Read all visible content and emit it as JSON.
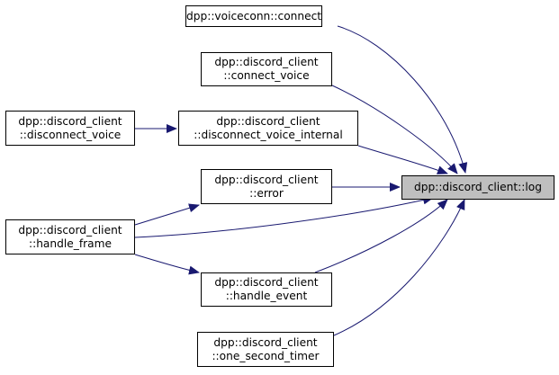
{
  "graph": {
    "focus": {
      "id": "log",
      "lines": [
        "dpp::discord_client::log"
      ]
    },
    "callers": [
      {
        "id": "voiceconn_connect",
        "lines": [
          "dpp::voiceconn::connect"
        ]
      },
      {
        "id": "connect_voice",
        "lines": [
          "dpp::discord_client",
          "::connect_voice"
        ]
      },
      {
        "id": "disconnect_voice",
        "lines": [
          "dpp::discord_client",
          "::disconnect_voice"
        ]
      },
      {
        "id": "disconnect_voice_internal",
        "lines": [
          "dpp::discord_client",
          "::disconnect_voice_internal"
        ]
      },
      {
        "id": "error",
        "lines": [
          "dpp::discord_client",
          "::error"
        ]
      },
      {
        "id": "handle_frame",
        "lines": [
          "dpp::discord_client",
          "::handle_frame"
        ]
      },
      {
        "id": "handle_event",
        "lines": [
          "dpp::discord_client",
          "::handle_event"
        ]
      },
      {
        "id": "one_second_timer",
        "lines": [
          "dpp::discord_client",
          "::one_second_timer"
        ]
      }
    ],
    "edges": [
      {
        "from": "voiceconn_connect",
        "to": "log"
      },
      {
        "from": "connect_voice",
        "to": "log"
      },
      {
        "from": "disconnect_voice",
        "to": "disconnect_voice_internal"
      },
      {
        "from": "disconnect_voice_internal",
        "to": "log"
      },
      {
        "from": "error",
        "to": "log"
      },
      {
        "from": "handle_frame",
        "to": "error"
      },
      {
        "from": "handle_frame",
        "to": "log"
      },
      {
        "from": "handle_frame",
        "to": "handle_event"
      },
      {
        "from": "handle_event",
        "to": "log"
      },
      {
        "from": "one_second_timer",
        "to": "log"
      }
    ],
    "colors": {
      "edge": "#191970",
      "focus_fill": "#bfbfbf",
      "node_border": "#000000"
    }
  }
}
